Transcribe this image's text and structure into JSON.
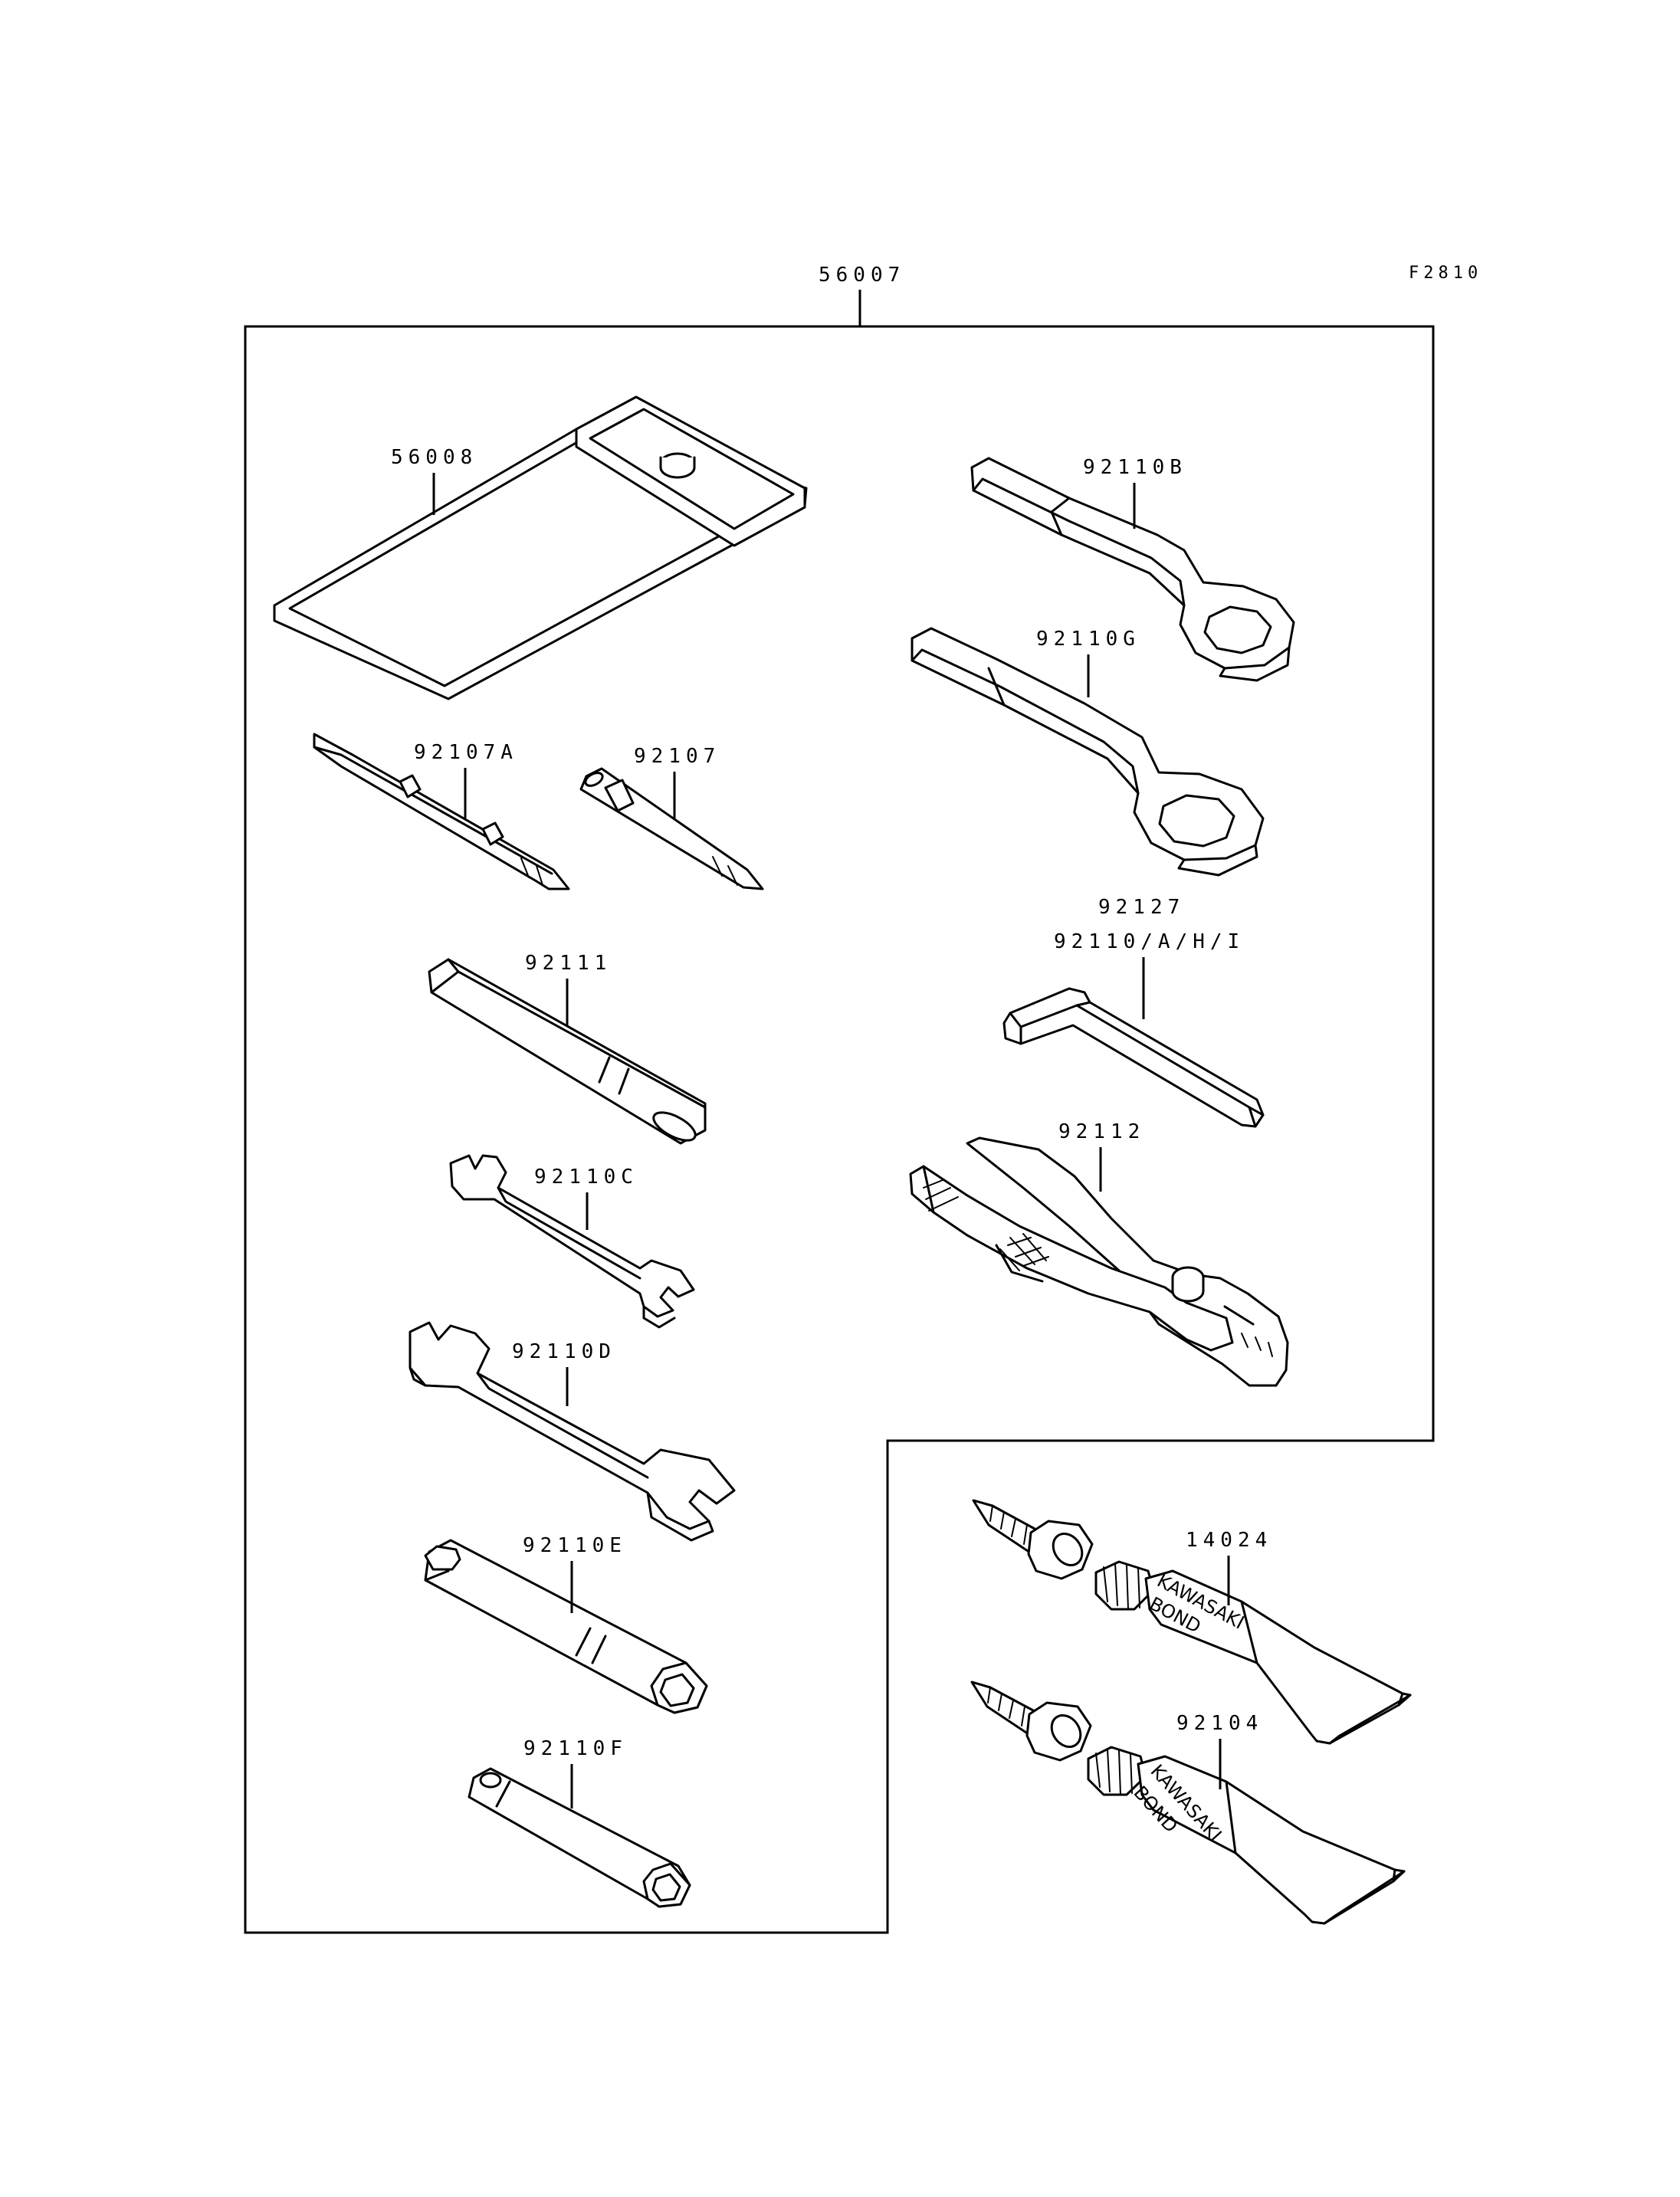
{
  "figure_code": "F2810",
  "assembly_label": "56007",
  "parts": {
    "tool_bag": "56008",
    "screwdriver_a": "92107A",
    "screwdriver": "92107",
    "box_wrench_b": "92110B",
    "box_wrench_g": "92110G",
    "handle": "92111",
    "wrench_c": "92110C",
    "wrench_d": "92110D",
    "socket_e": "92110E",
    "socket_f": "92110F",
    "hex_wrench_1": "92127",
    "hex_wrench_2": "92110/A/H/I",
    "pliers": "92112",
    "bond_1": "14024",
    "bond_2": "92104"
  },
  "tube_print": {
    "brand": "KAWASAKI",
    "product": "BOND"
  }
}
